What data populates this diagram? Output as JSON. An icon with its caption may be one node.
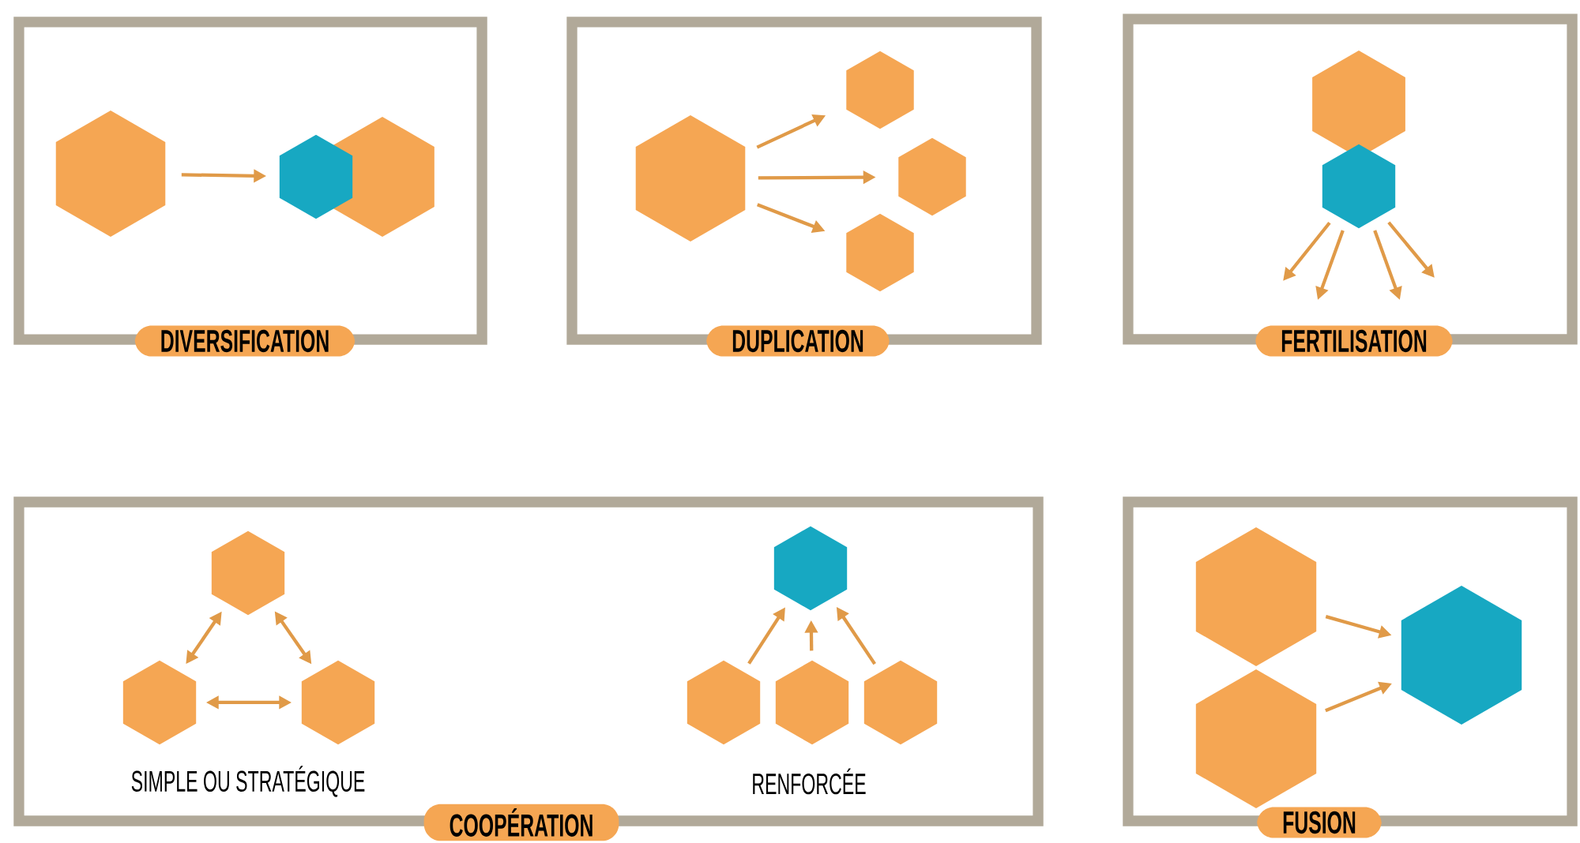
{
  "diagram": {
    "nodes": [
      {
        "text": [
          "DIVERSIFICATION"
        ]
      },
      {
        "text": [],
        "shape": "hexagon",
        "in": 0
      },
      {
        "text": [],
        "shape": "hexagon",
        "in": 0
      },
      {
        "text": [],
        "shape": "hexagon",
        "in": 0
      },
      {
        "text": [
          "DUPLICATION"
        ]
      },
      {
        "text": [],
        "shape": "hexagon",
        "in": 4
      },
      {
        "text": [],
        "shape": "hexagon",
        "in": 4
      },
      {
        "text": [],
        "shape": "hexagon",
        "in": 4
      },
      {
        "text": [],
        "shape": "hexagon",
        "in": 4
      },
      {
        "text": [
          "FERTILISATION"
        ]
      },
      {
        "text": [],
        "shape": "hexagon",
        "in": 9
      },
      {
        "text": [],
        "shape": "hexagon",
        "in": 9
      },
      {
        "text": [
          "COOPÉRATION"
        ]
      },
      {
        "text": [],
        "shape": "hexagon",
        "in": 12
      },
      {
        "text": [],
        "shape": "hexagon",
        "in": 12
      },
      {
        "text": [],
        "shape": "hexagon",
        "in": 12
      },
      {
        "text": [],
        "shape": "hexagon",
        "in": 12
      },
      {
        "text": [],
        "shape": "hexagon",
        "in": 12
      },
      {
        "text": [],
        "shape": "hexagon",
        "in": 12
      },
      {
        "text": [],
        "shape": "hexagon",
        "in": 12
      },
      {
        "text": [
          "FUSION"
        ]
      },
      {
        "text": [],
        "shape": "hexagon",
        "in": 20
      },
      {
        "text": [],
        "shape": "hexagon",
        "in": 20
      },
      {
        "text": [],
        "shape": "hexagon",
        "in": 20
      }
    ],
    "edges": [
      {
        "from": 1,
        "to": 2,
        "arrow": "to"
      },
      {
        "from": 5,
        "to": 6,
        "arrow": "to"
      },
      {
        "from": 5,
        "to": 7,
        "arrow": "to"
      },
      {
        "from": 5,
        "to": 8,
        "arrow": "to"
      },
      {
        "from": 11,
        "to": null,
        "arrow": "to"
      },
      {
        "from": 11,
        "to": null,
        "arrow": "to"
      },
      {
        "from": 11,
        "to": null,
        "arrow": "to"
      },
      {
        "from": 11,
        "to": null,
        "arrow": "to"
      },
      {
        "from": 13,
        "to": 14,
        "arrow": "both"
      },
      {
        "from": 13,
        "to": 15,
        "arrow": "both"
      },
      {
        "from": 14,
        "to": 15,
        "arrow": "both"
      },
      {
        "from": 17,
        "to": 16,
        "arrow": "to"
      },
      {
        "from": 18,
        "to": 16,
        "arrow": "to"
      },
      {
        "from": 19,
        "to": 16,
        "arrow": "to"
      },
      {
        "from": 21,
        "to": 23,
        "arrow": "to"
      },
      {
        "from": 22,
        "to": 23,
        "arrow": "to"
      }
    ],
    "labels": [
      "SIMPLE OU STRATÉGIQUE",
      "RENFORCÉE"
    ]
  }
}
